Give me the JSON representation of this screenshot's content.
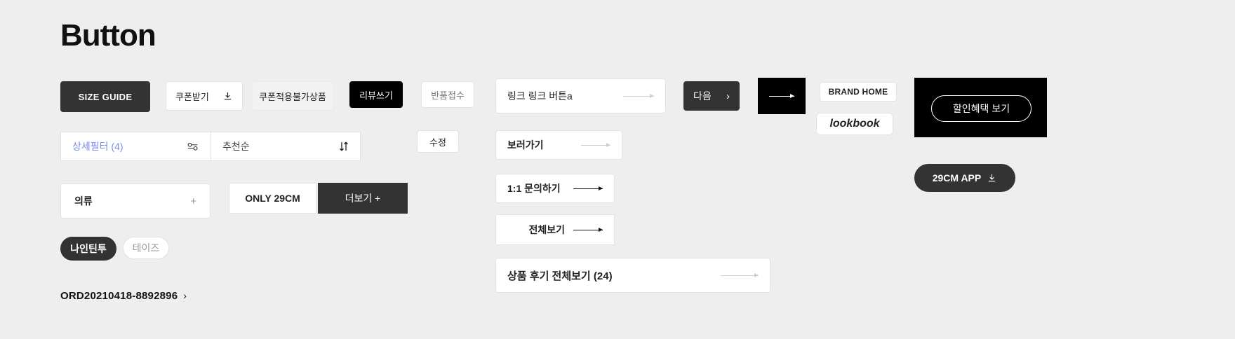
{
  "page": {
    "title": "Button",
    "background": "#eeeeee"
  },
  "colors": {
    "dark": "#333333",
    "black": "#000000",
    "white": "#ffffff",
    "light_gray": "#f2f2f2",
    "accent_blue": "#7b8cf0",
    "muted_text": "#9a9a9a",
    "arrow_gray": "#cfcfcf"
  },
  "buttons": {
    "size_guide": {
      "label": "SIZE GUIDE"
    },
    "coupon_get": {
      "label": "쿠폰받기",
      "icon": "download-icon"
    },
    "coupon_unavailable": {
      "label": "쿠폰적용불가상품"
    },
    "write_review": {
      "label": "리뷰쓰기"
    },
    "return_request": {
      "label": "반품접수"
    },
    "link_button": {
      "label": "링크 링크 버튼a",
      "icon": "arrow-right-icon"
    },
    "next": {
      "label": "다음",
      "icon": "chevron-right-icon"
    },
    "arrow_tile": {
      "icon": "arrow-right-icon"
    },
    "brand_home": {
      "label": "BRAND HOME"
    },
    "lookbook": {
      "label": "lookbook"
    },
    "discount_benefit": {
      "label": "할인혜택 보기"
    },
    "app_download": {
      "label": "29CM APP",
      "icon": "download-icon"
    },
    "detail_filter": {
      "label": "상세필터 (4)",
      "icon": "filter-slider-icon"
    },
    "sort": {
      "label": "추천순",
      "icon": "sort-arrows-icon"
    },
    "edit": {
      "label": "수정"
    },
    "category": {
      "label": "의류",
      "icon": "plus-icon"
    },
    "only_29cm": {
      "label": "ONLY 29CM"
    },
    "more": {
      "label": "더보기 +"
    },
    "view_more": {
      "label": "보러가기",
      "icon": "arrow-right-icon"
    },
    "inquiry": {
      "label": "1:1 문의하기",
      "icon": "arrow-right-icon"
    },
    "view_all": {
      "label": "전체보기",
      "icon": "arrow-right-icon"
    },
    "review_all": {
      "label": "상품 후기 전체보기 (24)",
      "icon": "arrow-right-icon"
    },
    "tag_selected": {
      "label": "나인틴투"
    },
    "tag_unselected": {
      "label": "테이즈"
    },
    "order_number": {
      "label": "ORD20210418-8892896",
      "icon": "chevron-right-icon"
    }
  }
}
